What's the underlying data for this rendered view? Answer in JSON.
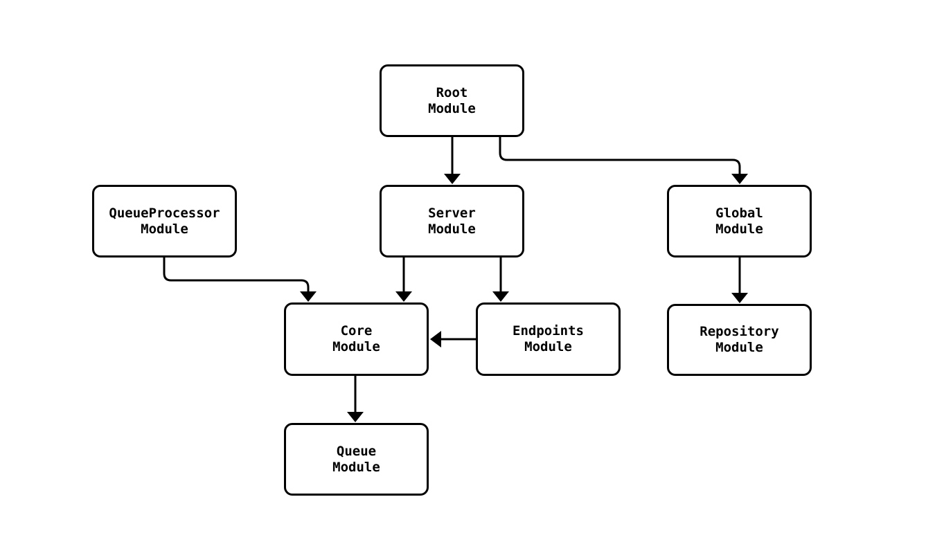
{
  "diagram": {
    "type": "flowchart",
    "background_color": "#ffffff",
    "stroke_color": "#000000",
    "node_fill_color": "#ffffff",
    "nodes": [
      {
        "id": "root",
        "line1": "Root",
        "line2": "Module"
      },
      {
        "id": "queueprocessor",
        "line1": "QueueProcessor",
        "line2": "Module"
      },
      {
        "id": "server",
        "line1": "Server",
        "line2": "Module"
      },
      {
        "id": "global",
        "line1": "Global",
        "line2": "Module"
      },
      {
        "id": "core",
        "line1": "Core",
        "line2": "Module"
      },
      {
        "id": "endpoints",
        "line1": "Endpoints",
        "line2": "Module"
      },
      {
        "id": "repository",
        "line1": "Repository",
        "line2": "Module"
      },
      {
        "id": "queue",
        "line1": "Queue",
        "line2": "Module"
      }
    ],
    "edges": [
      {
        "from": "Root Module",
        "to": "Server Module"
      },
      {
        "from": "Root Module",
        "to": "Global Module"
      },
      {
        "from": "QueueProcessor Module",
        "to": "Core Module"
      },
      {
        "from": "Server Module",
        "to": "Core Module"
      },
      {
        "from": "Server Module",
        "to": "Endpoints Module"
      },
      {
        "from": "Endpoints Module",
        "to": "Core Module"
      },
      {
        "from": "Global Module",
        "to": "Repository Module"
      },
      {
        "from": "Core Module",
        "to": "Queue Module"
      }
    ]
  }
}
